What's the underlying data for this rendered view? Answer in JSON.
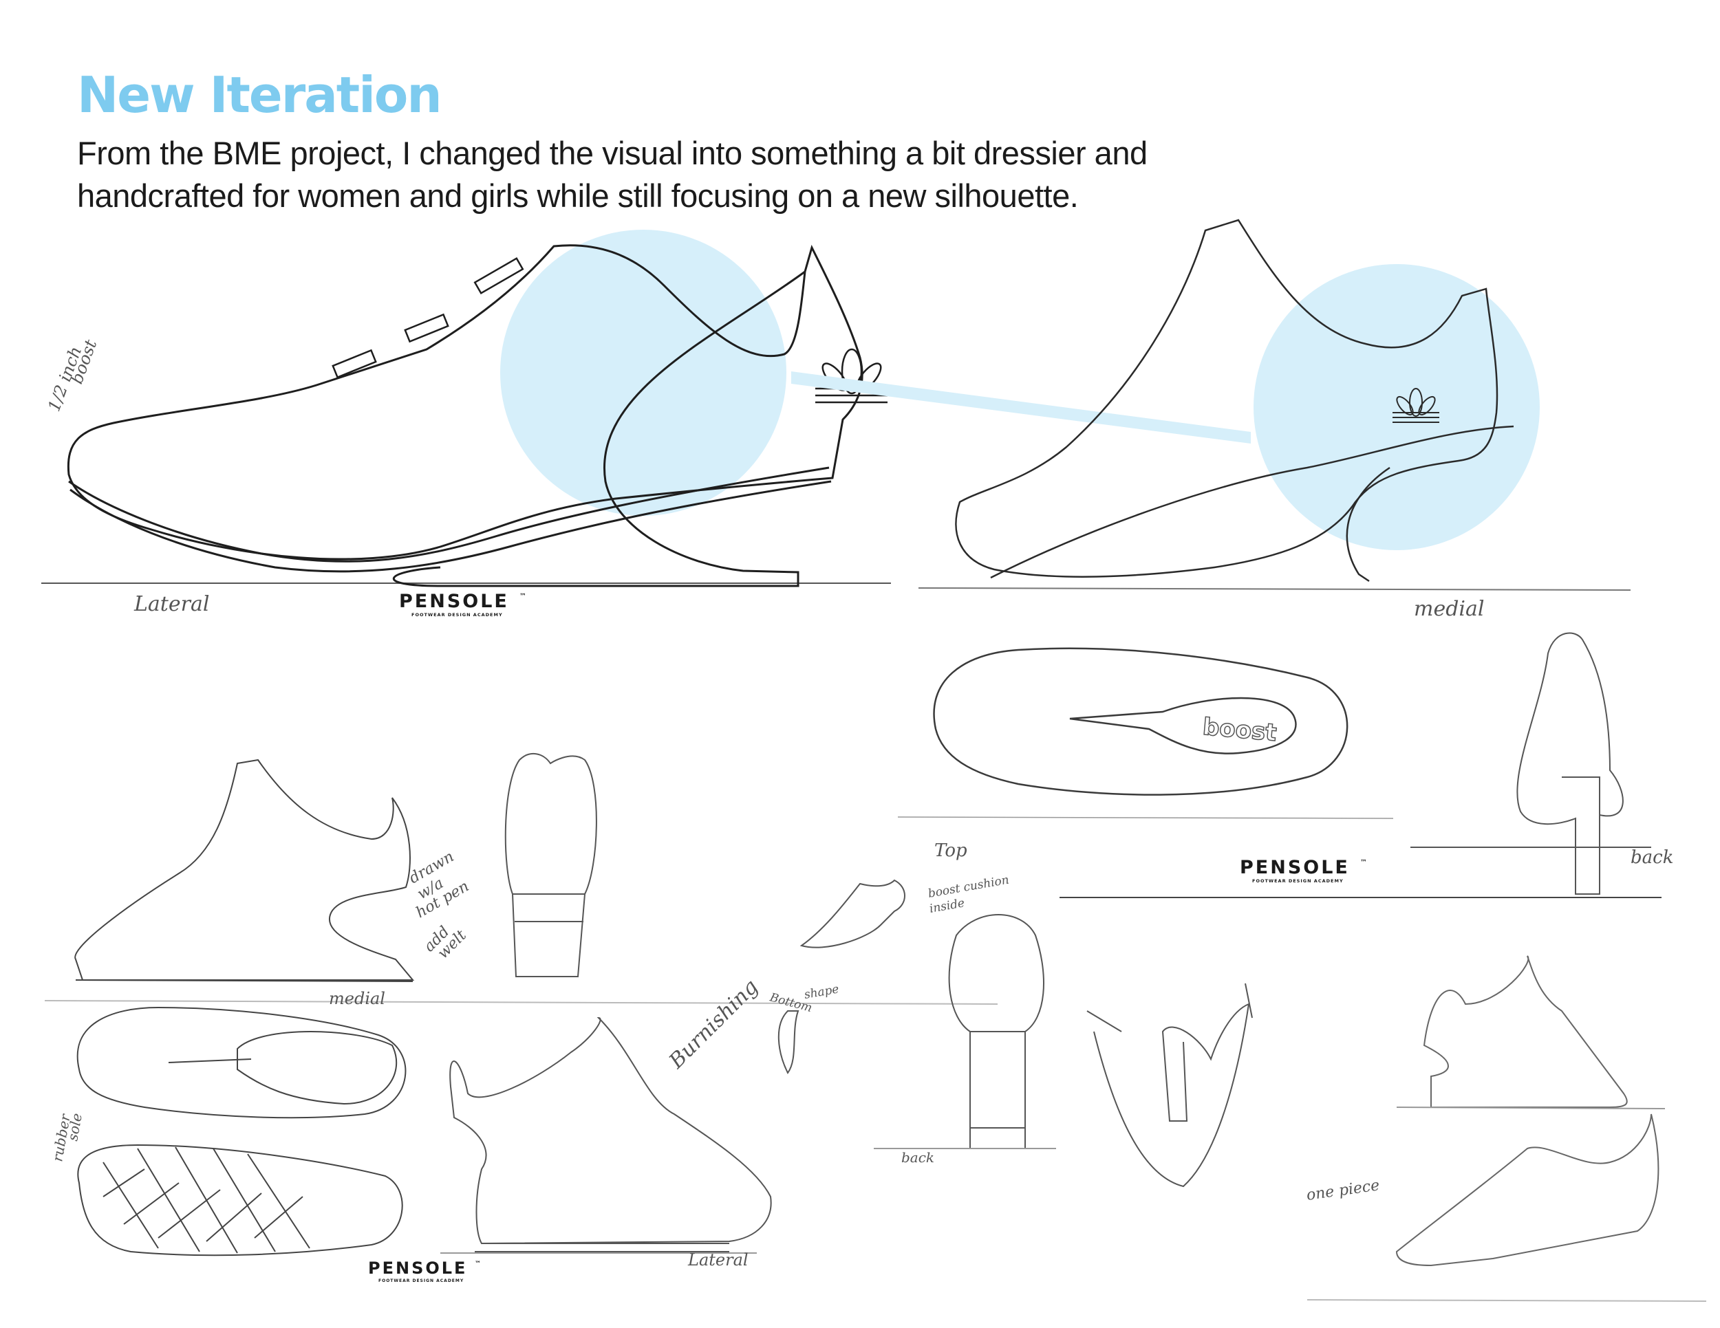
{
  "header": {
    "title": "New Iteration",
    "description": "From the BME project, I changed the visual into something a bit dressier and handcrafted for women and girls while still focusing on a new silhouette."
  },
  "colors": {
    "accent": "#7ecbef",
    "highlight": "#d6effa",
    "ink": "#1b1b1b",
    "pencil": "#7a7a7a"
  },
  "logos": {
    "wordmark": "PENSOLE",
    "tm": "™",
    "tagline": "FOOTWEAR DESIGN ACADEMY",
    "boost_mark": "boost"
  },
  "annotations": {
    "lateral_top": "Lateral",
    "medial_top": "medial",
    "half_inch": "1/2 inch",
    "boost_vert": "boost",
    "top": "Top",
    "back_right": "back",
    "drawn_with": "drawn",
    "drawn_with_2": "w/a",
    "hot_pen": "hot pen",
    "add": "add",
    "welt": "welt",
    "medial_bottom": "medial",
    "boost_cushion": "boost cushion",
    "inside": "inside",
    "bottom": "Bottom",
    "shape": "shape",
    "burnishing": "Burnishing",
    "back_bottom": "back",
    "rubber": "rubber",
    "sole": "sole",
    "lateral_bottom": "Lateral",
    "one_piece": "one piece"
  }
}
